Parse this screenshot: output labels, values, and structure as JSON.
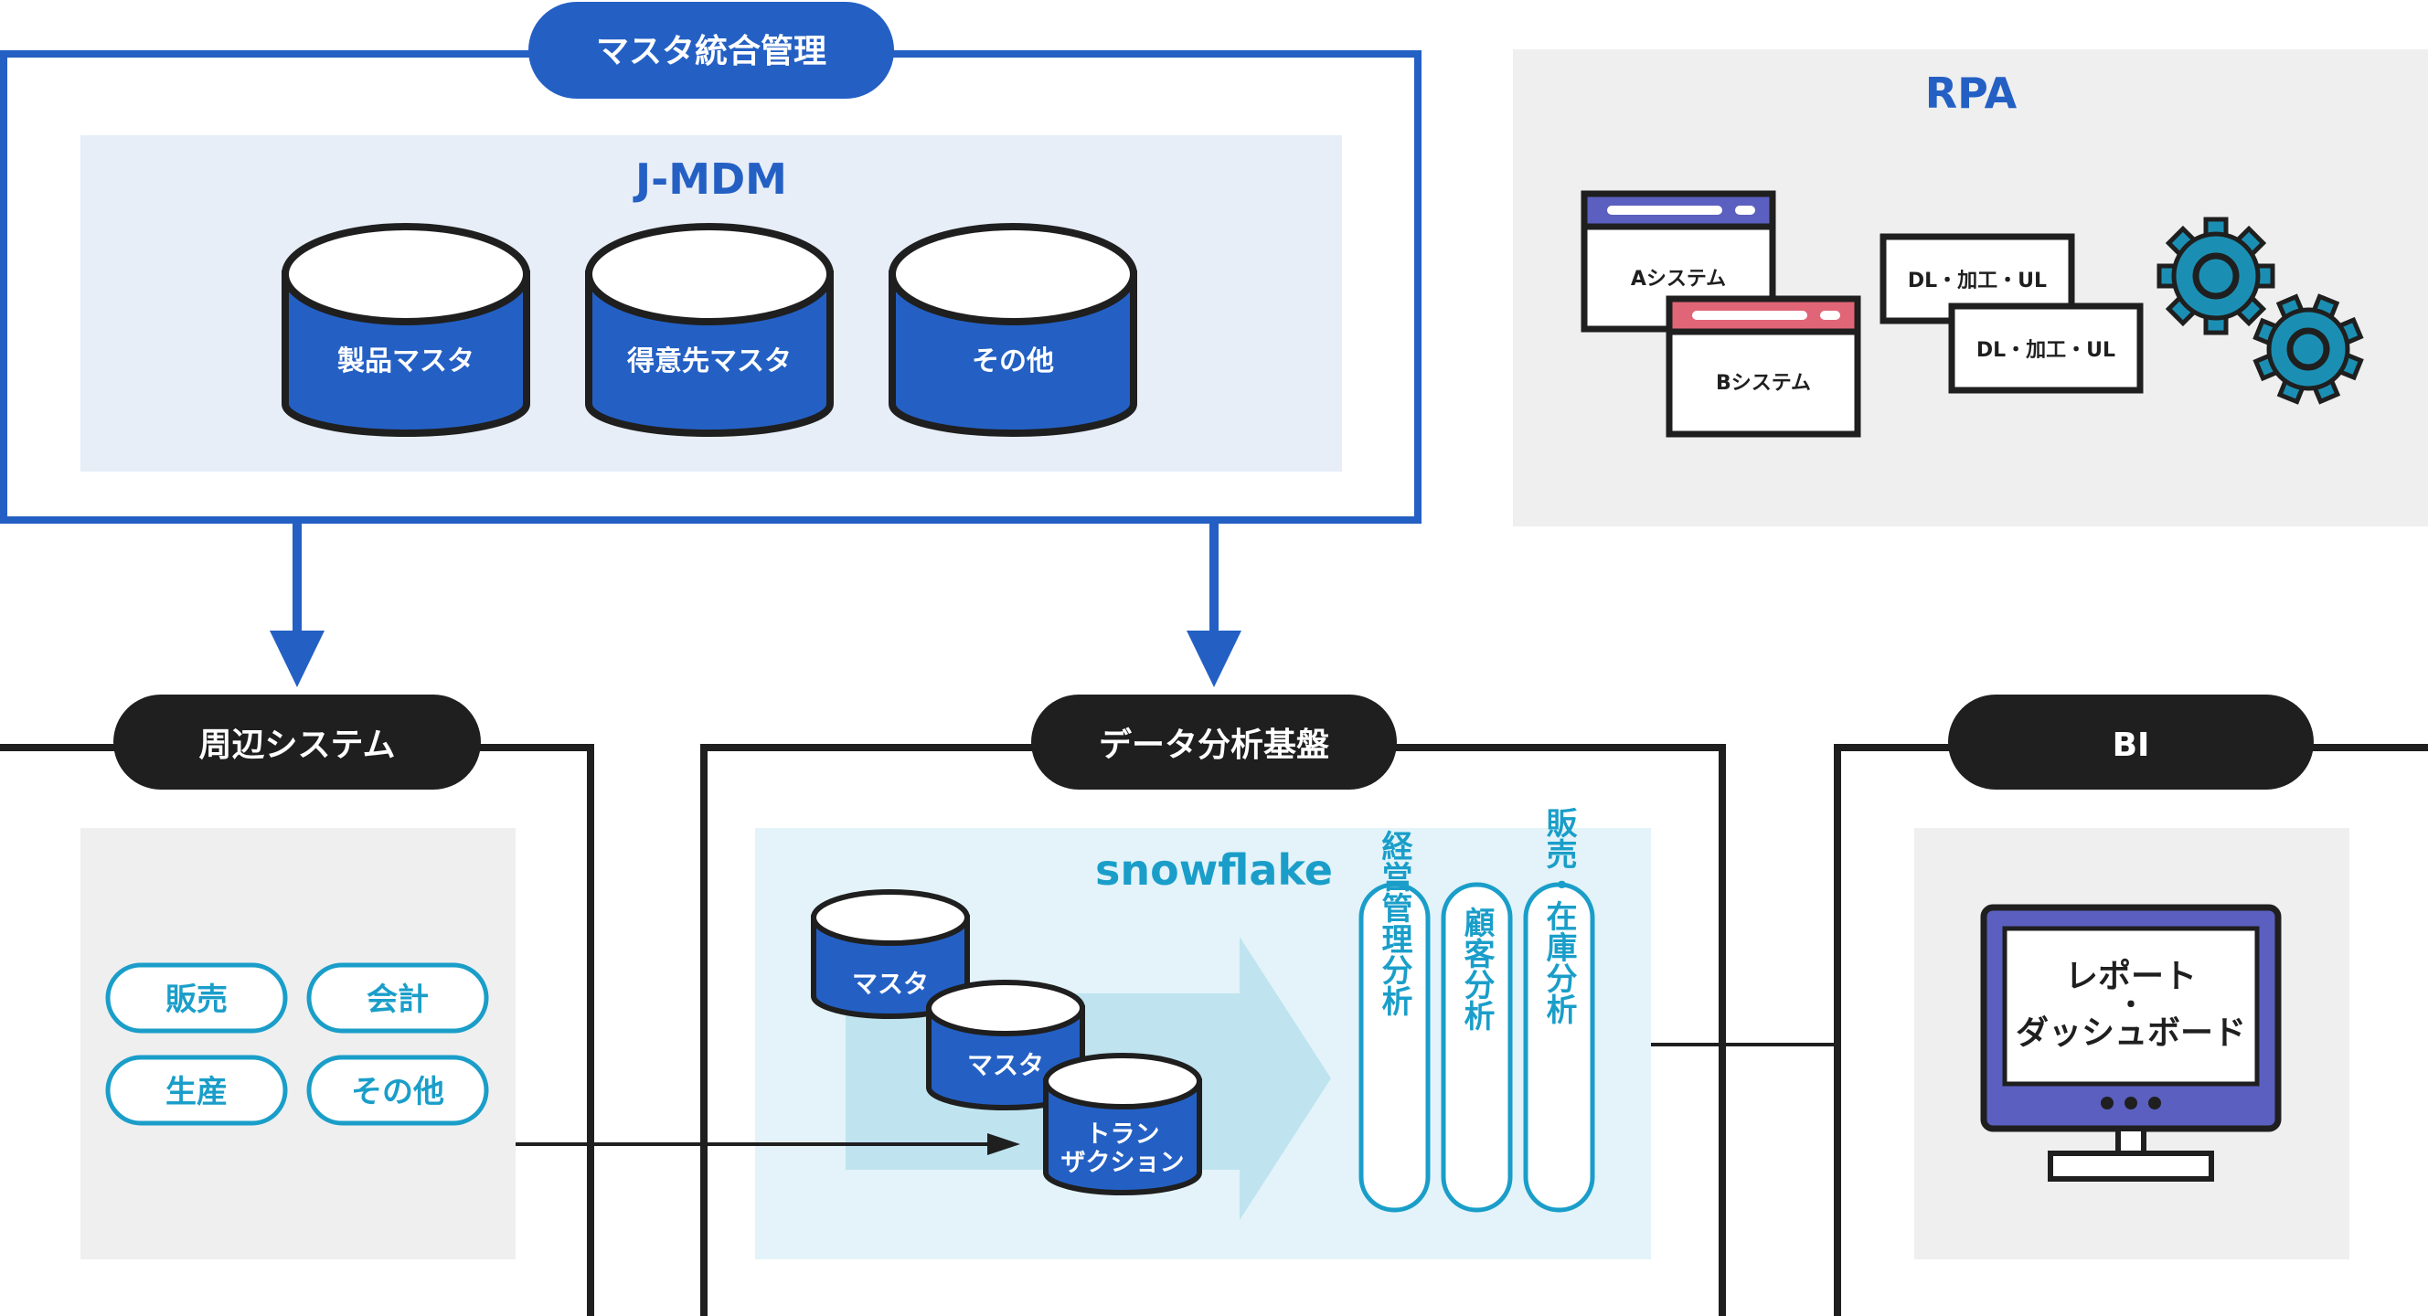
{
  "master": {
    "badge": "マスタ統合管理",
    "product": "J-MDM",
    "cylinders": [
      "製品マスタ",
      "得意先マスタ",
      "その他"
    ]
  },
  "rpa": {
    "title": "RPA",
    "window_a": "Aシステム",
    "window_b": "Bシステム",
    "process_1": "DL・加工・UL",
    "process_2": "DL・加工・UL"
  },
  "peripheral": {
    "badge": "周辺システム",
    "items": [
      "販売",
      "会計",
      "生産",
      "その他"
    ]
  },
  "analytics": {
    "badge": "データ分析基盤",
    "product": "snowflake",
    "cyl_master_1": "マスタ",
    "cyl_master_2": "マスタ",
    "cyl_tran_line1": "トラン",
    "cyl_tran_line2": "ザクション",
    "analyses": [
      "経営管理分析",
      "顧客分析",
      "販売・在庫分析"
    ]
  },
  "bi": {
    "badge": "BI",
    "monitor_line1": "レポート",
    "monitor_line2": "・",
    "monitor_line3": "ダッシュボード"
  },
  "colors": {
    "blue": "#2460c4",
    "dark": "#1f1f1f",
    "cyan": "#1a9ec9",
    "teal_gear": "#1b8fb3",
    "light_blue_panel": "#e7eef8",
    "gray_panel": "#efefef",
    "snowflake_panel": "#e3f3f9",
    "rpa_red": "#e06677",
    "rpa_purple": "#5b5fbf"
  }
}
